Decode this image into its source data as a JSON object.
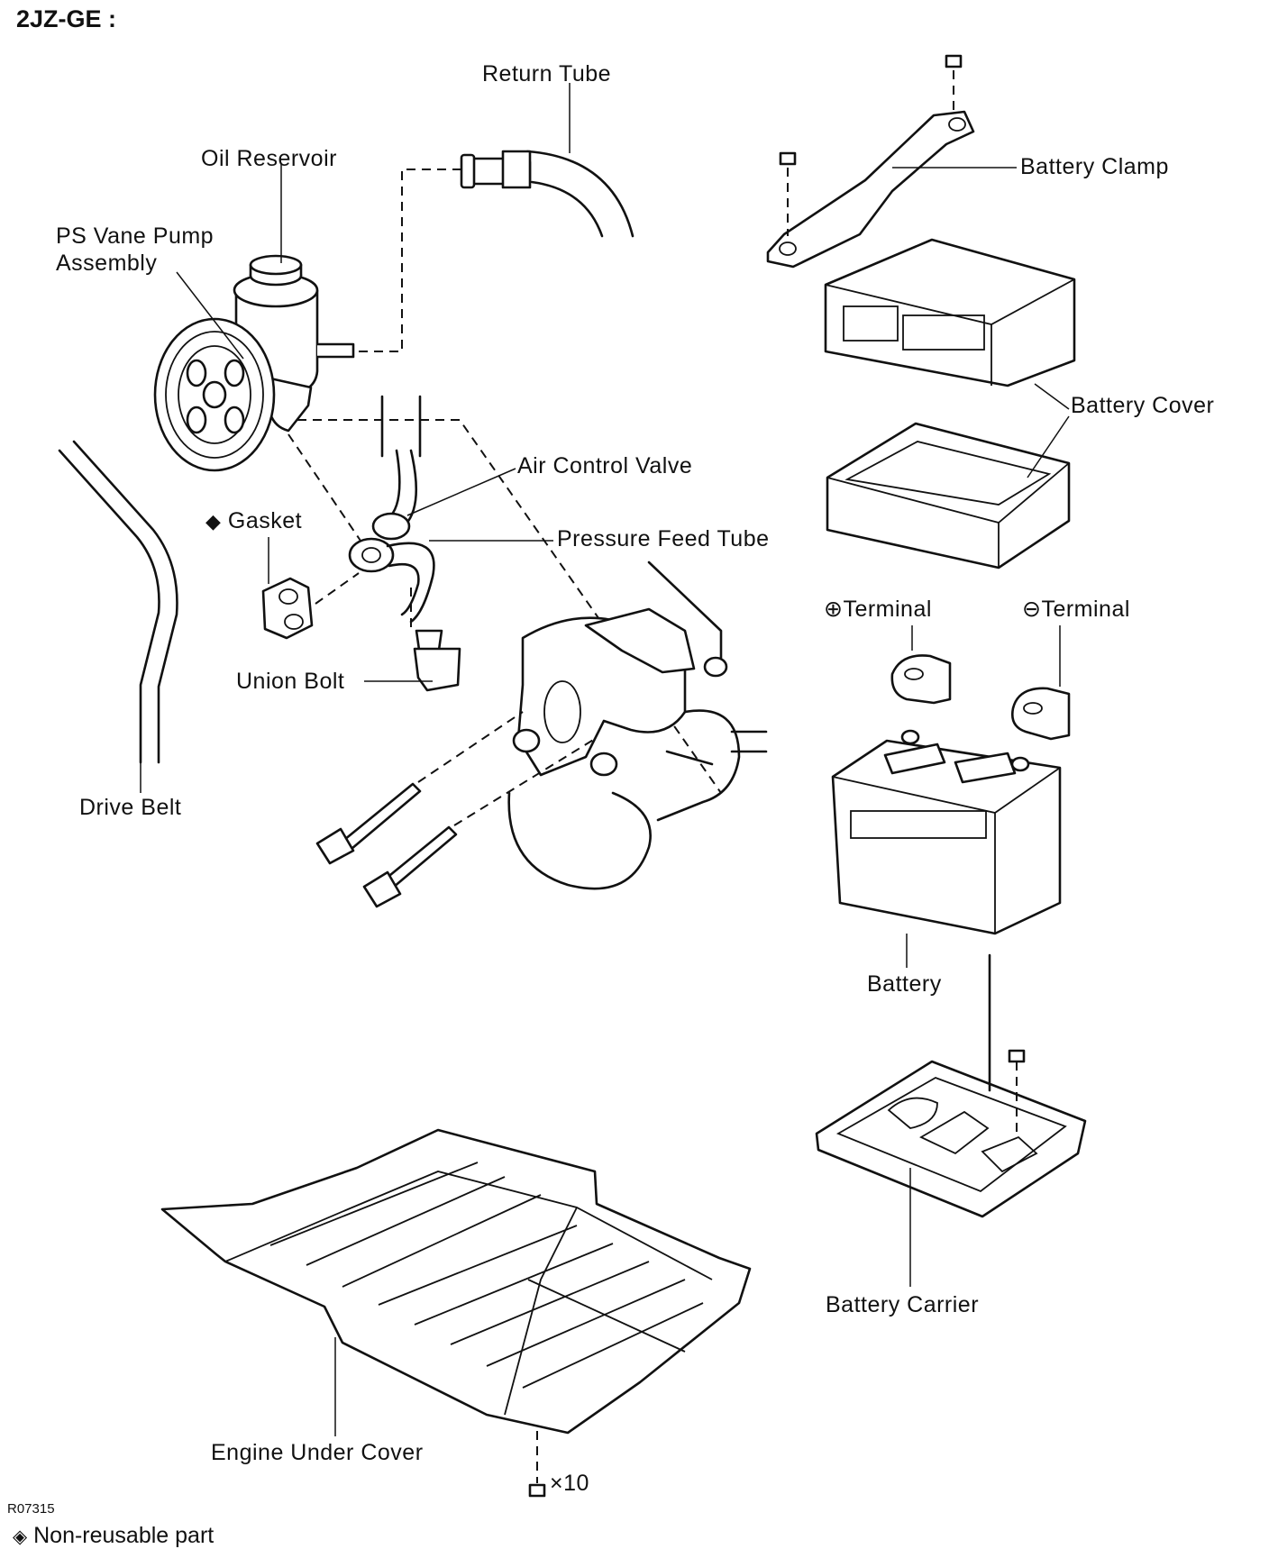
{
  "header": {
    "title": "2JZ-GE :"
  },
  "labels": {
    "return_tube": "Return Tube",
    "oil_reservoir": "Oil Reservoir",
    "ps_vane_pump_line1": "PS Vane Pump",
    "ps_vane_pump_line2": "Assembly",
    "air_control_valve": "Air Control Valve",
    "gasket": "Gasket",
    "pressure_feed_tube": "Pressure Feed Tube",
    "union_bolt": "Union Bolt",
    "drive_belt": "Drive Belt",
    "battery_clamp": "Battery Clamp",
    "battery_cover": "Battery Cover",
    "plus_terminal": "Terminal",
    "minus_terminal": "Terminal",
    "battery": "Battery",
    "battery_carrier": "Battery Carrier",
    "engine_under_cover": "Engine Under Cover",
    "bolt_count": "×10"
  },
  "footer": {
    "figure_code": "R07315",
    "legend": "Non-reusable part"
  },
  "icons": {
    "non_reusable": "black-diamond-icon",
    "plus": "plus-circle-icon",
    "minus": "minus-circle-icon",
    "bolt": "bolt-icon"
  }
}
